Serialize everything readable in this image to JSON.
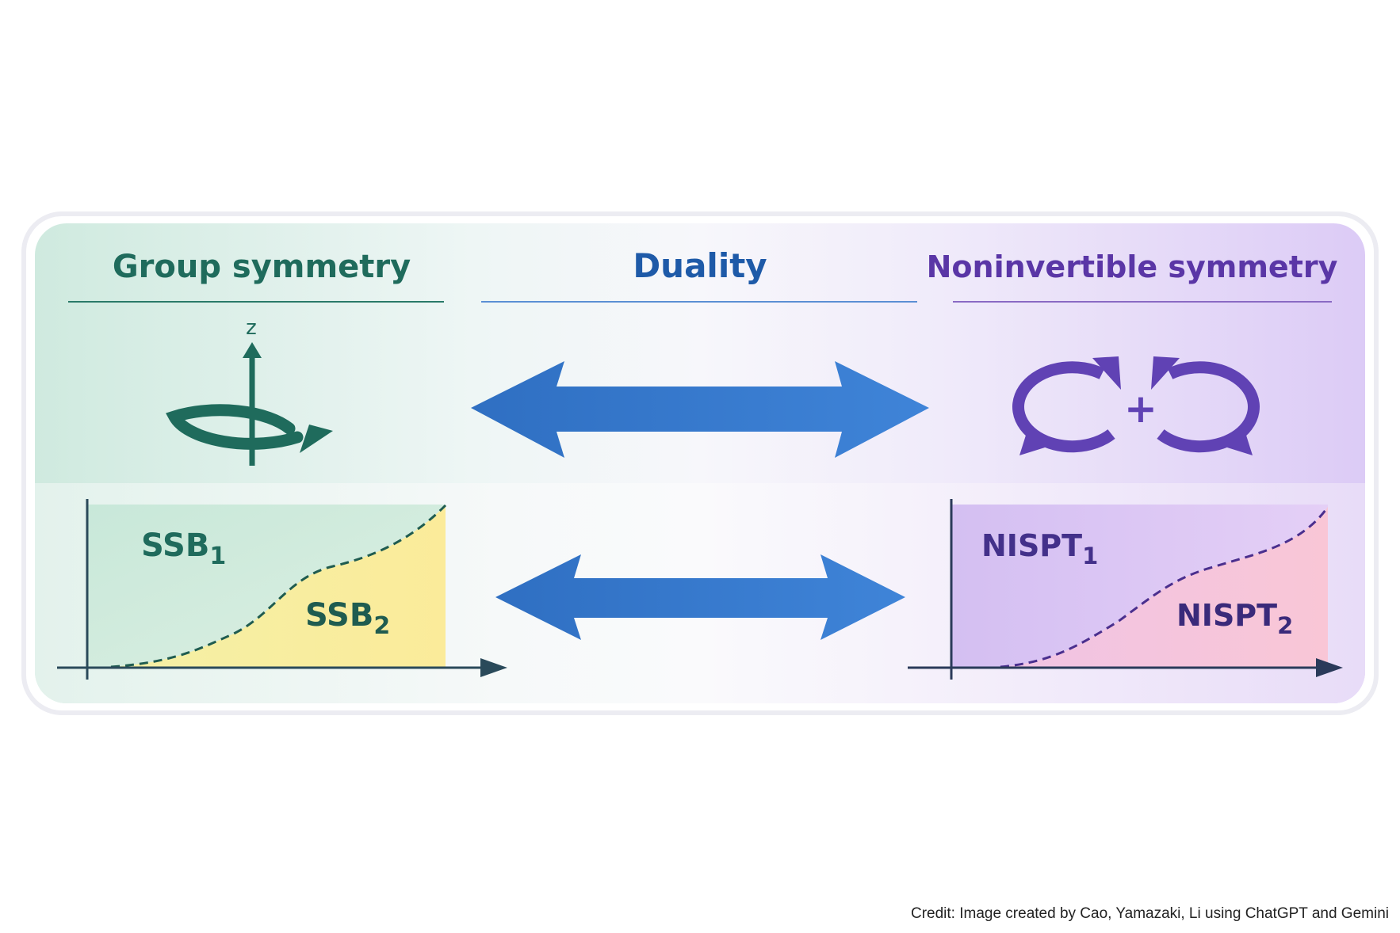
{
  "headers": {
    "left": "Group symmetry",
    "center": "Duality",
    "right": "Noninvertible symmetry"
  },
  "icons": {
    "rotation_axis_label": "z",
    "plus_sign": "+"
  },
  "phases": {
    "left_top": {
      "base": "SSB",
      "sub": "1"
    },
    "left_bottom": {
      "base": "SSB",
      "sub": "2"
    },
    "right_top": {
      "base": "NISPT",
      "sub": "1"
    },
    "right_bottom": {
      "base": "NISPT",
      "sub": "2"
    }
  },
  "credit": "Credit: Image created by Cao, Yamazaki, Li using ChatGPT and Gemini",
  "colors": {
    "group_teal": "#1f6b5c",
    "duality_blue": "#2e6fc4",
    "noninvertible_purple": "#5e3ca8",
    "ssb1_fill": "#d2ecdf",
    "ssb2_fill": "#f7efa0",
    "nispt1_fill": "#dcc8f4",
    "nispt2_fill": "#f7c6da"
  }
}
